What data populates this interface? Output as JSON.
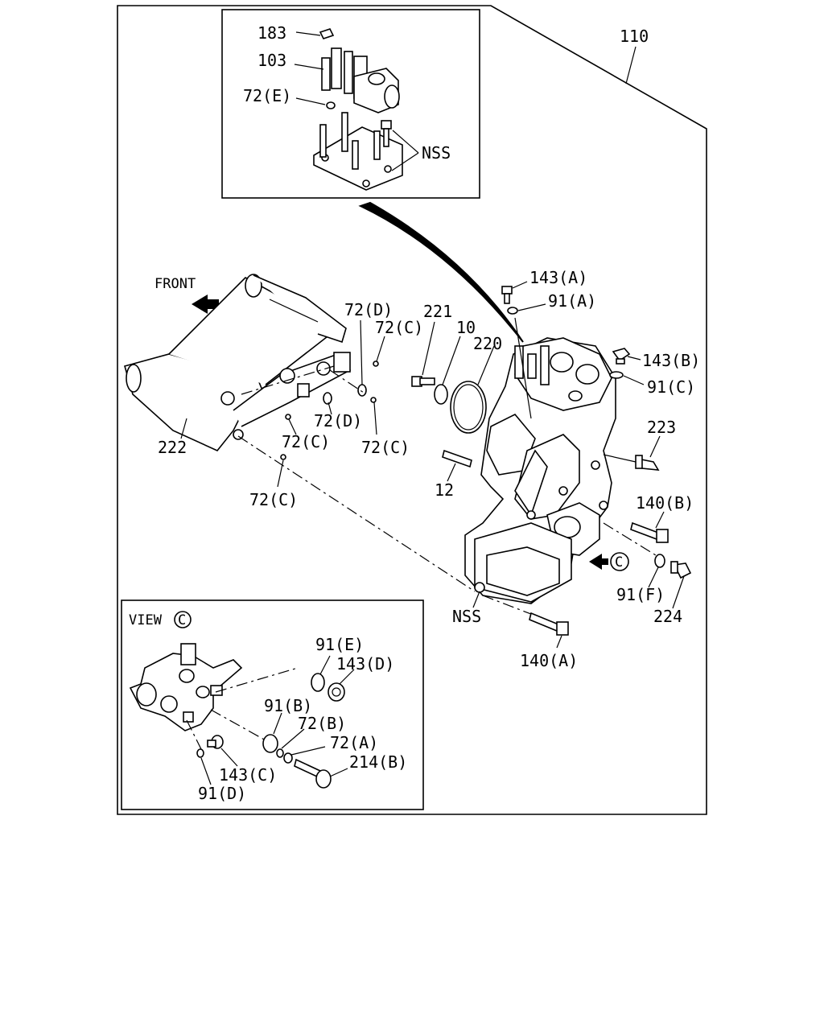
{
  "diagram": {
    "assembly_number": "110",
    "front_label": "FRONT",
    "view_label": "VIEW",
    "view_marker": "C",
    "labels": {
      "p183": "183",
      "p103": "103",
      "p72e": "72(E)",
      "nss_top": "NSS",
      "p143a": "143(A)",
      "p91a": "91(A)",
      "p143b": "143(B)",
      "p91c": "91(C)",
      "p72d_top": "72(D)",
      "p72c_top": "72(C)",
      "p221": "221",
      "p10": "10",
      "p220": "220",
      "p223": "223",
      "p72d_mid": "72(D)",
      "p72c_mid1": "72(C)",
      "p72c_mid2": "72(C)",
      "p222": "222",
      "p12": "12",
      "p72c_bot": "72(C)",
      "p140b": "140(B)",
      "p91f": "91(F)",
      "p224": "224",
      "nss_bot": "NSS",
      "p140a": "140(A)",
      "p91e": "91(E)",
      "p143d": "143(D)",
      "p91b": "91(B)",
      "p72b": "72(B)",
      "p72a": "72(A)",
      "p214b": "214(B)",
      "p143c": "143(C)",
      "p91d": "91(D)"
    }
  }
}
